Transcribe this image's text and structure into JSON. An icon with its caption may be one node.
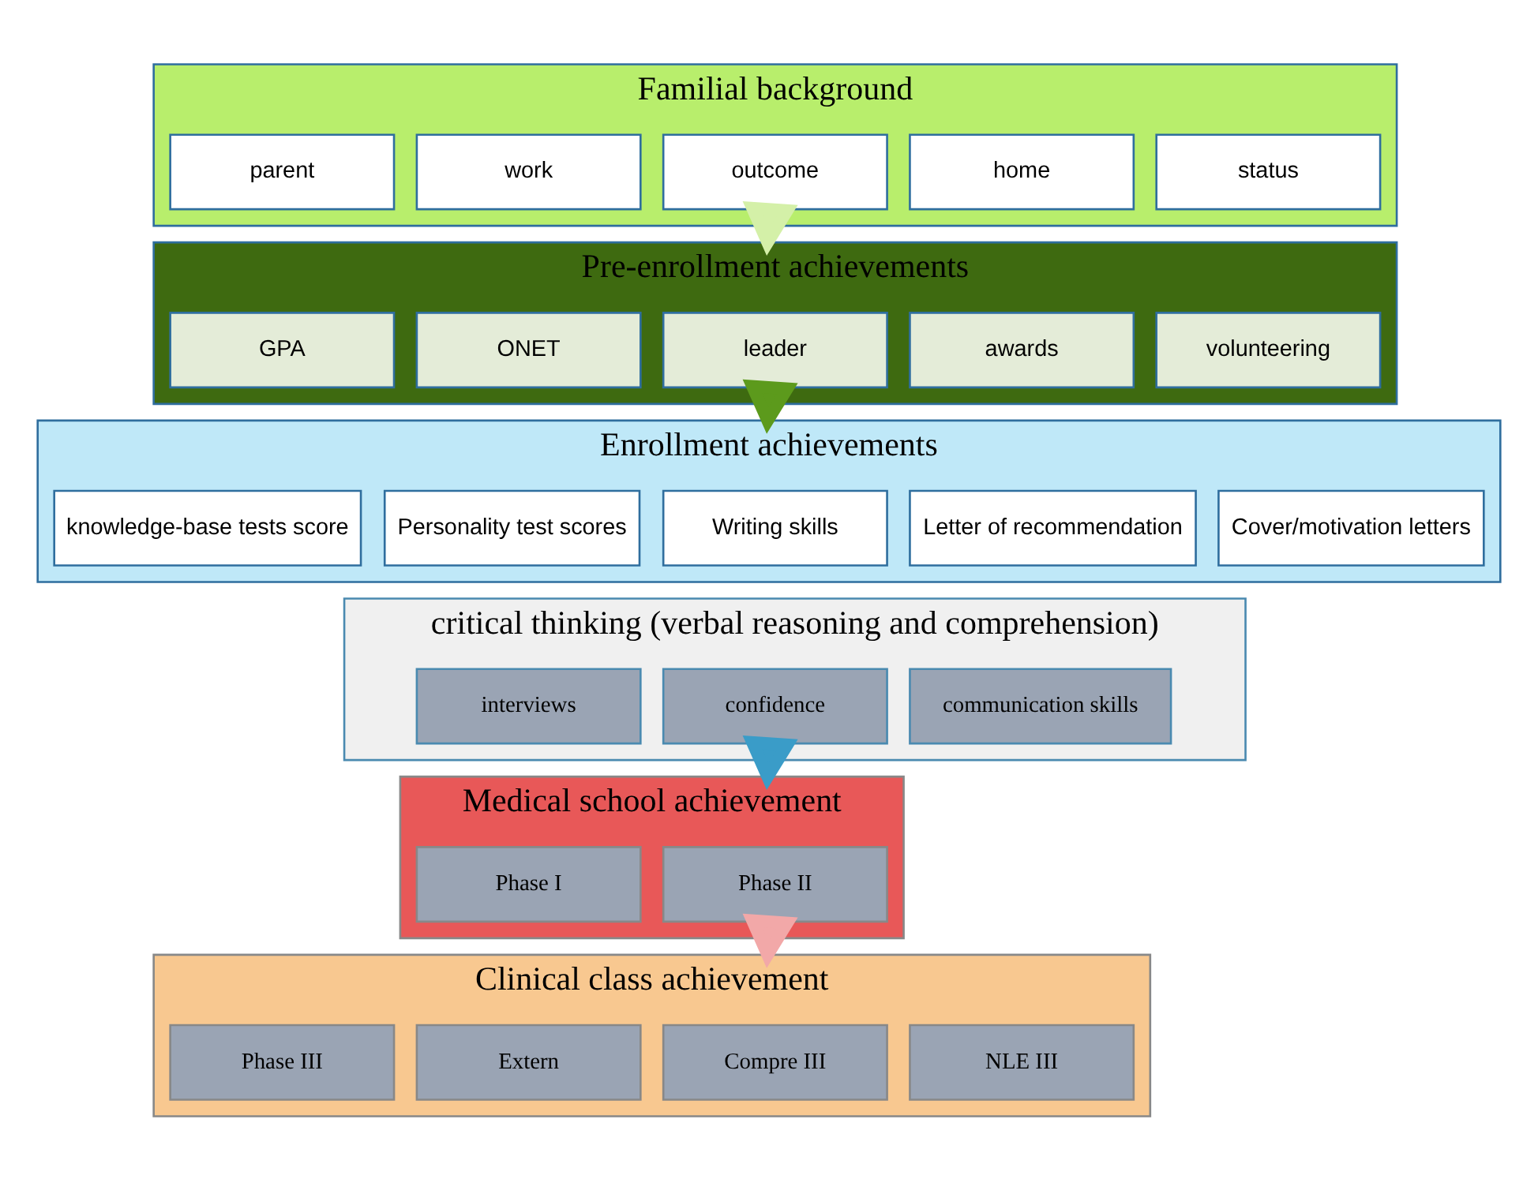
{
  "diagram": {
    "nodes": [
      {
        "text": [
          "Familial background"
        ]
      },
      {
        "text": [
          "parent"
        ],
        "in": 0
      },
      {
        "text": [
          "work"
        ],
        "in": 0
      },
      {
        "text": [
          "outcome"
        ],
        "in": 0
      },
      {
        "text": [
          "home"
        ],
        "in": 0
      },
      {
        "text": [
          "status"
        ],
        "in": 0
      },
      {
        "text": [
          "Pre-enrollment achievements"
        ]
      },
      {
        "text": [
          "GPA"
        ],
        "in": 6
      },
      {
        "text": [
          "ONET"
        ],
        "in": 6
      },
      {
        "text": [
          "leader"
        ],
        "in": 6
      },
      {
        "text": [
          "awards"
        ],
        "in": 6
      },
      {
        "text": [
          "volunteering"
        ],
        "in": 6
      },
      {
        "text": [
          "Enrollment achievements"
        ]
      },
      {
        "text": [
          "knowledge-base tests score"
        ],
        "in": 12
      },
      {
        "text": [
          "Personality test scores"
        ],
        "in": 12
      },
      {
        "text": [
          "Writing skills"
        ],
        "in": 12
      },
      {
        "text": [
          "Letter of recommendation"
        ],
        "in": 12
      },
      {
        "text": [
          "Cover/motivation letters"
        ],
        "in": 12
      },
      {
        "text": [
          "critical thinking (verbal reasoning and comprehension)"
        ]
      },
      {
        "text": [
          "interviews"
        ],
        "in": 18
      },
      {
        "text": [
          "confidence"
        ],
        "in": 18
      },
      {
        "text": [
          "communication skills"
        ],
        "in": 18
      },
      {
        "text": [
          "Medical school achievement"
        ]
      },
      {
        "text": [
          "Phase I"
        ],
        "in": 22
      },
      {
        "text": [
          "Phase II"
        ],
        "in": 22
      },
      {
        "text": [
          "Clinical class achievement"
        ]
      },
      {
        "text": [
          "Phase III"
        ],
        "in": 25
      },
      {
        "text": [
          "Extern"
        ],
        "in": 25
      },
      {
        "text": [
          "Compre III"
        ],
        "in": 25
      },
      {
        "text": [
          "NLE III"
        ],
        "in": 25
      }
    ],
    "edges": [
      {
        "from": 0,
        "to": 6,
        "arrow": "to",
        "color": "#d4f0a8"
      },
      {
        "from": 6,
        "to": 12,
        "arrow": "to",
        "color": "#5c9a1c"
      },
      {
        "from": 18,
        "to": 22,
        "arrow": "to",
        "color": "#3a9cc8"
      },
      {
        "from": 22,
        "to": 25,
        "arrow": "to",
        "color": "#f2a8a8"
      }
    ]
  }
}
